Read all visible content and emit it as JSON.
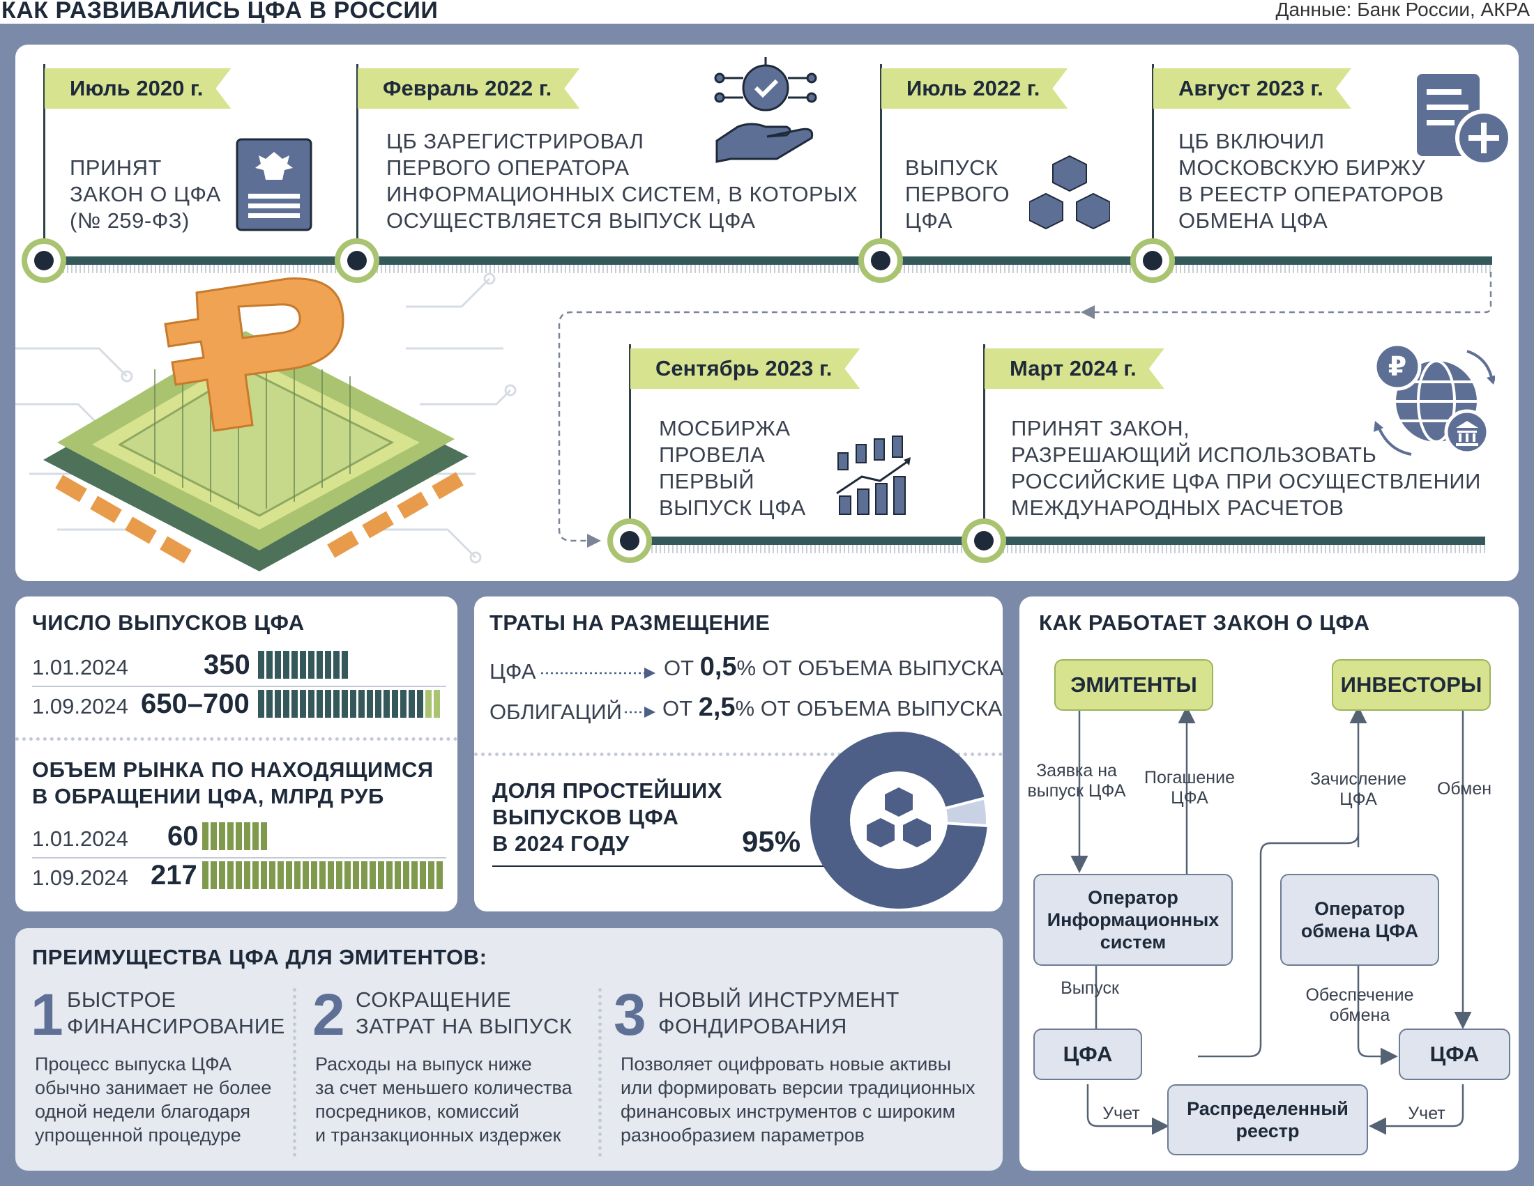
{
  "header": {
    "title": "КАК РАЗВИВАЛИСЬ ЦФА В РОССИИ",
    "source": "Данные: Банк России, АКРА"
  },
  "timeline": {
    "row1": [
      {
        "date": "Июль 2020 г.",
        "lines": [
          "ПРИНЯТ",
          "ЗАКОН О ЦФА",
          "(№ 259-ФЗ)"
        ],
        "icon": "document-emblem-icon"
      },
      {
        "date": "Февраль 2022 г.",
        "lines": [
          "ЦБ ЗАРЕГИСТРИРОВАЛ",
          "ПЕРВОГО ОПЕРАТОРА",
          "ИНФОРМАЦИОННЫХ СИСТЕМ, В КОТОРЫХ",
          "ОСУЩЕСТВЛЯЕТСЯ ВЫПУСК ЦФА"
        ],
        "icon": "hand-chip-check-icon"
      },
      {
        "date": "Июль 2022 г.",
        "lines": [
          "ВЫПУСК",
          "ПЕРВОГО",
          "ЦФА"
        ],
        "icon": "cubes-icon"
      },
      {
        "date": "Август 2023 г.",
        "lines": [
          "ЦБ ВКЛЮЧИЛ",
          "МОСКОВСКУЮ БИРЖУ",
          "В РЕЕСТР ОПЕРАТОРОВ",
          "ОБМЕНА ЦФА"
        ],
        "icon": "document-plus-icon"
      }
    ],
    "row2": [
      {
        "date": "Сентябрь 2023 г.",
        "lines": [
          "МОСБИРЖА",
          "ПРОВЕЛА",
          "ПЕРВЫЙ",
          "ВЫПУСК ЦФА"
        ],
        "icon": "candlestick-chart-icon"
      },
      {
        "date": "Март 2024 г.",
        "lines": [
          "ПРИНЯТ ЗАКОН,",
          "РАЗРЕШАЮЩИЙ ИСПОЛЬЗОВАТЬ",
          "РОССИЙСКИЕ ЦФА ПРИ ОСУЩЕСТВЛЕНИИ",
          "МЕЖДУНАРОДНЫХ РАСЧЕТОВ"
        ],
        "icon": "globe-ruble-bank-icon"
      }
    ]
  },
  "issues": {
    "title": "ЧИСЛО ВЫПУСКОВ ЦФА",
    "rows": [
      {
        "date": "1.01.2024",
        "value": "350",
        "fill": 0.5
      },
      {
        "date": "1.09.2024",
        "value": "650–700",
        "fill": 1.0
      }
    ]
  },
  "volume": {
    "title_lines": [
      "ОБЪЕМ РЫНКА ПО НАХОДЯЩИМСЯ",
      "В ОБРАЩЕНИИ ЦФА, МЛРД РУБ"
    ],
    "rows": [
      {
        "date": "1.01.2024",
        "value": "60",
        "fill": 0.28
      },
      {
        "date": "1.09.2024",
        "value": "217",
        "fill": 1.0
      }
    ]
  },
  "costs": {
    "title": "ТРАТЫ НА РАЗМЕЩЕНИЕ",
    "rows": [
      {
        "label": "ЦФА",
        "prefix": "ОТ",
        "num": "0,5",
        "suffix": "% ОТ ОБЪЕМА ВЫПУСКА"
      },
      {
        "label": "ОБЛИГАЦИЙ",
        "prefix": "ОТ",
        "num": "2,5",
        "suffix": "% ОТ ОБЪЕМА ВЫПУСКА"
      }
    ]
  },
  "share": {
    "title_lines": [
      "ДОЛЯ ПРОСТЕЙШИХ",
      "ВЫПУСКОВ ЦФА",
      "В 2024 ГОДУ"
    ],
    "value": "95%",
    "fraction": 0.95
  },
  "flow": {
    "title": "КАК РАБОТАЕТ ЗАКОН О ЦФА",
    "emitents": "ЭМИТЕНТЫ",
    "investors": "ИНВЕСТОРЫ",
    "op_info": "Оператор Информационных систем",
    "op_exchange": "Оператор обмена ЦФА",
    "cfa_left": "ЦФА",
    "cfa_right": "ЦФА",
    "registry": "Распределенный реестр",
    "l_request": "Заявка на выпуск ЦФА",
    "l_redeem": "Погашение ЦФА",
    "l_credit": "Зачисление ЦФА",
    "l_exchange": "Обмен",
    "l_issue": "Выпуск",
    "l_support": "Обеспечение обмена",
    "l_account_left": "Учет",
    "l_account_right": "Учет"
  },
  "advantages": {
    "title": "ПРЕИМУЩЕСТВА ЦФА ДЛЯ ЭМИТЕНТОВ:",
    "items": [
      {
        "num": "1",
        "head_lines": [
          "БЫСТРОЕ",
          "ФИНАНСИРОВАНИЕ"
        ],
        "text_lines": [
          "Процесс выпуска ЦФА",
          "обычно занимает не более",
          "одной недели благодаря",
          "упрощенной процедуре"
        ]
      },
      {
        "num": "2",
        "head_lines": [
          "СОКРАЩЕНИЕ",
          "ЗАТРАТ НА ВЫПУСК"
        ],
        "text_lines": [
          "Расходы на выпуск ниже",
          "за счет меньшего количества",
          "посредников, комиссий",
          "и транзакционных издержек"
        ]
      },
      {
        "num": "3",
        "head_lines": [
          "НОВЫЙ ИНСТРУМЕНТ",
          "ФОНДИРОВАНИЯ"
        ],
        "text_lines": [
          "Позволяет оцифровать новые активы",
          "или формировать версии традиционных",
          "финансовых инструментов с широким",
          "разнообразием параметров"
        ]
      }
    ]
  },
  "colors": {
    "accent_green": "#d8e38f",
    "dark": "#1e2a3a",
    "slate": "#4d5f87",
    "background": "#7b8aa8"
  }
}
